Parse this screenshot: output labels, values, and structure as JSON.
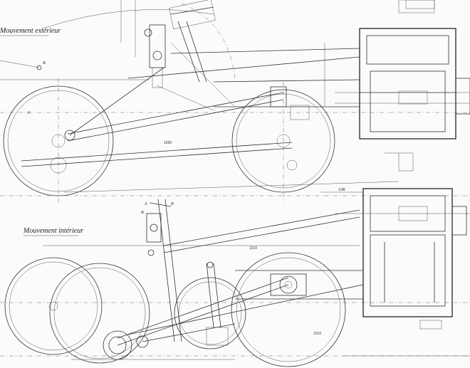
{
  "top_section": {
    "title": "Mouvement extérieur"
  },
  "bottom_section": {
    "title": "Mouvement intérieur"
  },
  "annotations": {
    "a_top": "A",
    "b_top": "B",
    "a_bottom": "A",
    "b_bottom": "B",
    "a_bottom_left": "B",
    "a_wheel_top": "A",
    "dim_10k": "10K",
    "dim_1010": "1010",
    "dim_2310": "2310",
    "dim_1695": "1695"
  },
  "colors": {
    "paper": "#fbfbfa",
    "ink": "#333333"
  }
}
